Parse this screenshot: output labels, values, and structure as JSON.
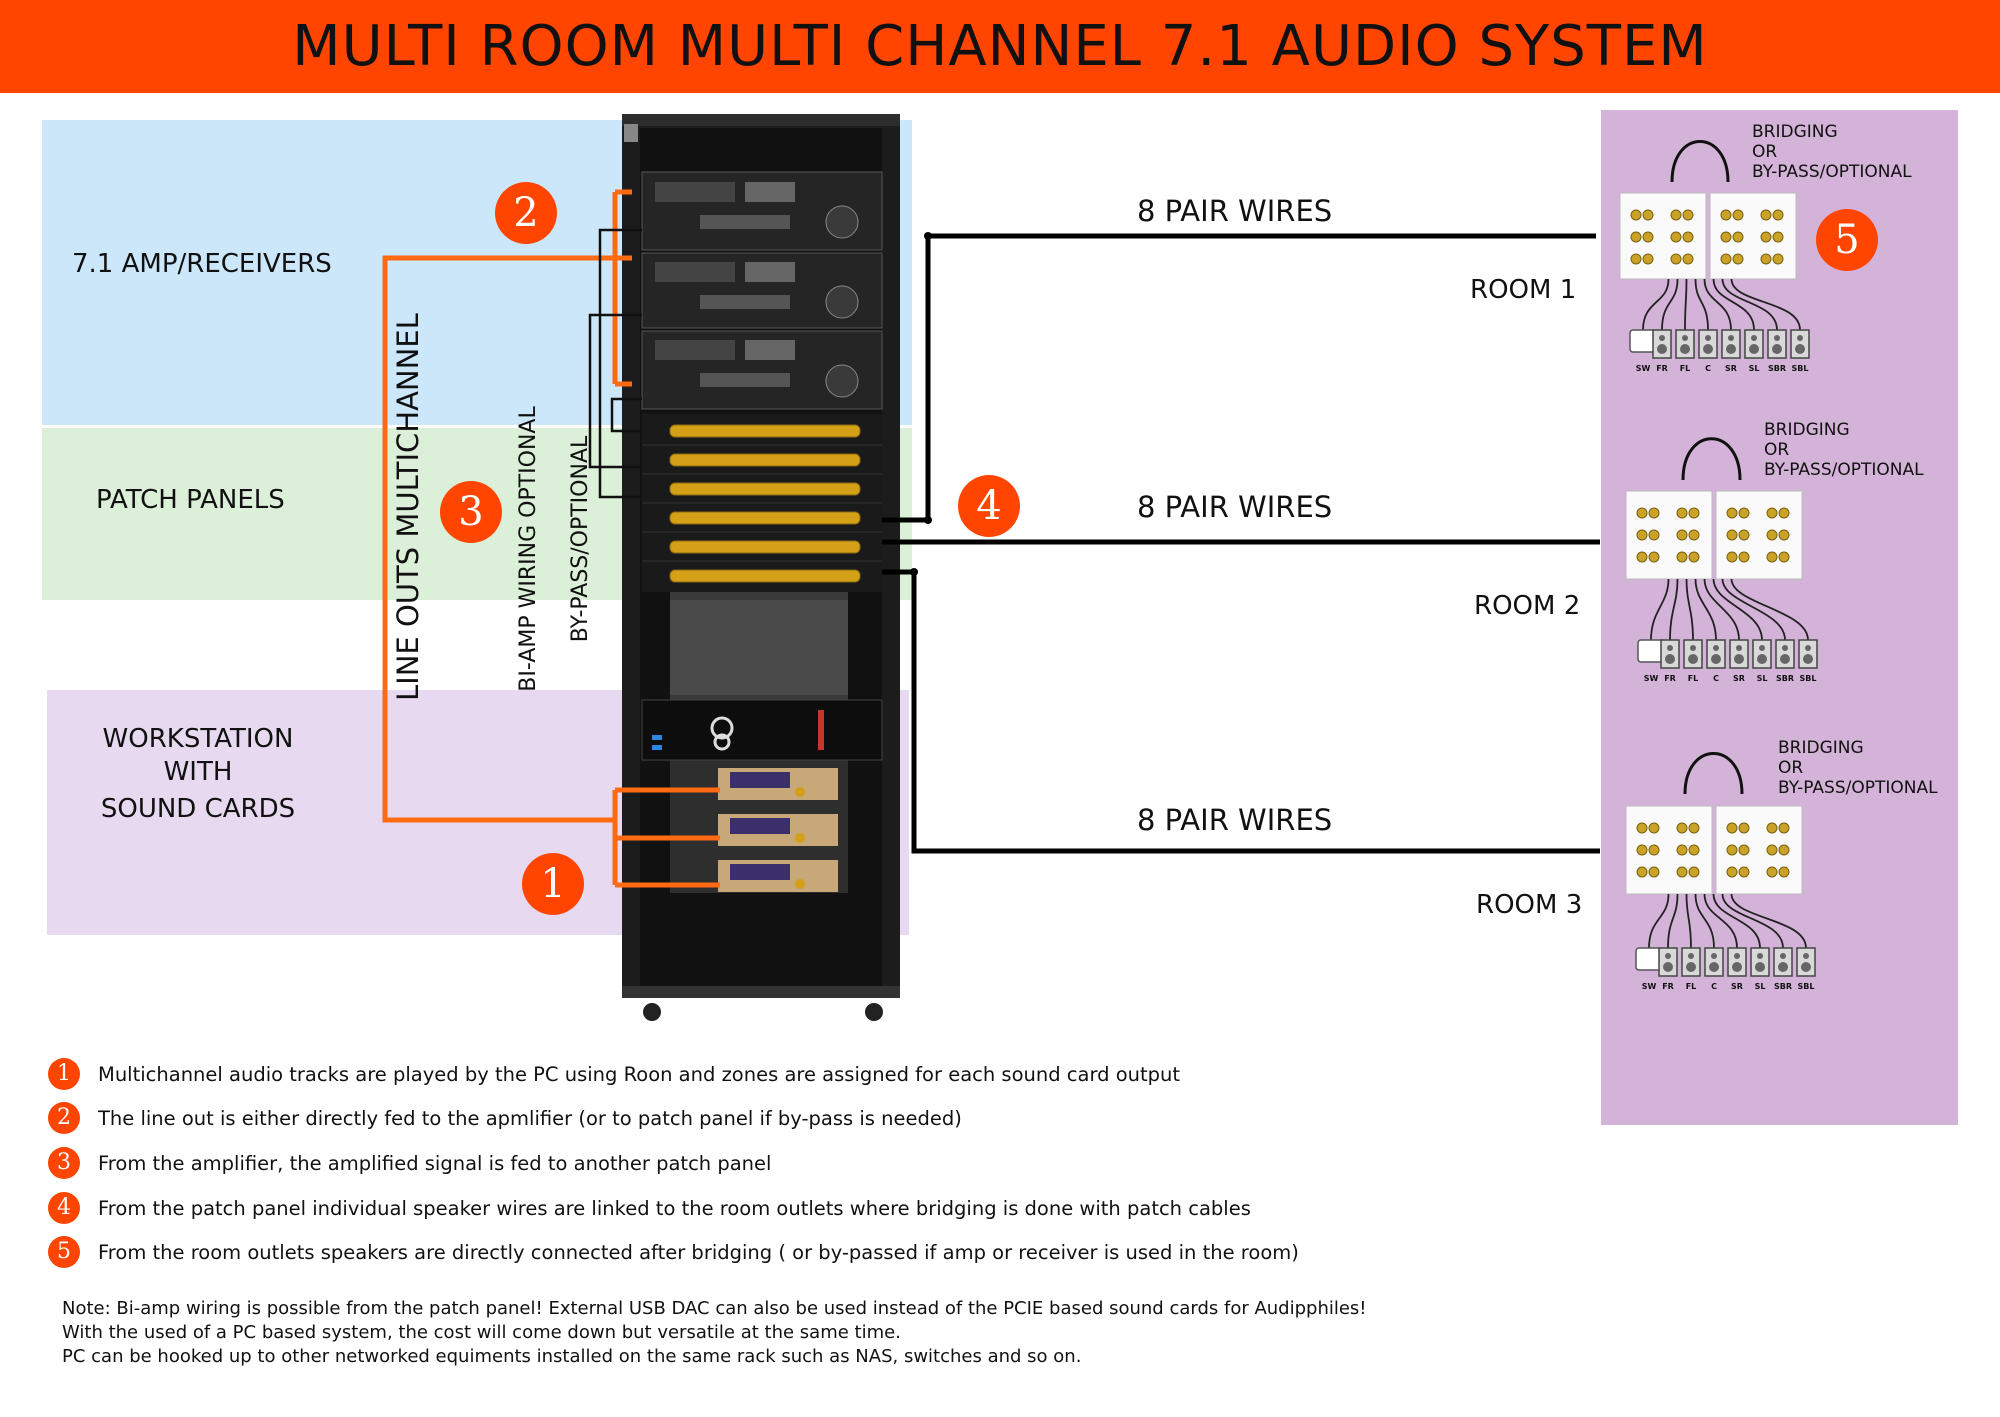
{
  "title": "MULTI ROOM MULTI CHANNEL 7.1 AUDIO SYSTEM",
  "colors": {
    "accent": "#ff4500",
    "amp_zone": "#cce6fa",
    "patch_zone": "#dcefd8",
    "workstation_zone": "#e6d9f0",
    "rooms_panel": "#d4b3d8"
  },
  "zones": {
    "amp": "7.1 AMP/RECEIVERS",
    "patch": "PATCH PANELS",
    "workstation": [
      "WORKSTATION",
      "WITH",
      "SOUND CARDS"
    ]
  },
  "vertical_labels": {
    "line_outs": "LINE OUTS MULTICHANNEL",
    "biamp": "BI-AMP WIRING OPTIONAL",
    "bypass": "BY-PASS/OPTIONAL"
  },
  "badges": [
    "1",
    "2",
    "3",
    "4",
    "5"
  ],
  "wires": [
    "8 PAIR WIRES",
    "8 PAIR WIRES",
    "8 PAIR WIRES"
  ],
  "rooms": [
    "ROOM 1",
    "ROOM 2",
    "ROOM 3"
  ],
  "bridging": [
    "BRIDGING",
    "OR",
    "BY-PASS/OPTIONAL"
  ],
  "speakers": [
    "SW",
    "FR",
    "FL",
    "C",
    "SR",
    "SL",
    "SBR",
    "SBL"
  ],
  "legend": [
    {
      "num": "1",
      "text": "Multichannel audio tracks are played by the PC using Roon and zones are assigned for each sound card output"
    },
    {
      "num": "2",
      "text": "The line out is either directly fed to the apmlifier (or to patch panel if by-pass is needed)"
    },
    {
      "num": "3",
      "text": "From the amplifier, the amplified signal is fed to another patch panel"
    },
    {
      "num": "4",
      "text": "From the patch panel individual speaker wires are linked to the room outlets where bridging is done with patch cables"
    },
    {
      "num": "5",
      "text": "From the room outlets speakers are directly connected after bridging  ( or by-passed if amp or receiver is used in the room)"
    }
  ],
  "note": [
    "Note: Bi-amp wiring is possible from the patch panel!  External USB DAC can also be used instead of the PCIE based sound cards for Audipphiles!",
    "With the used of a PC based system, the cost will come down but versatile at the same time.",
    "PC can be hooked up to other networked equiments installed on the same rack such as NAS, switches and so on."
  ]
}
